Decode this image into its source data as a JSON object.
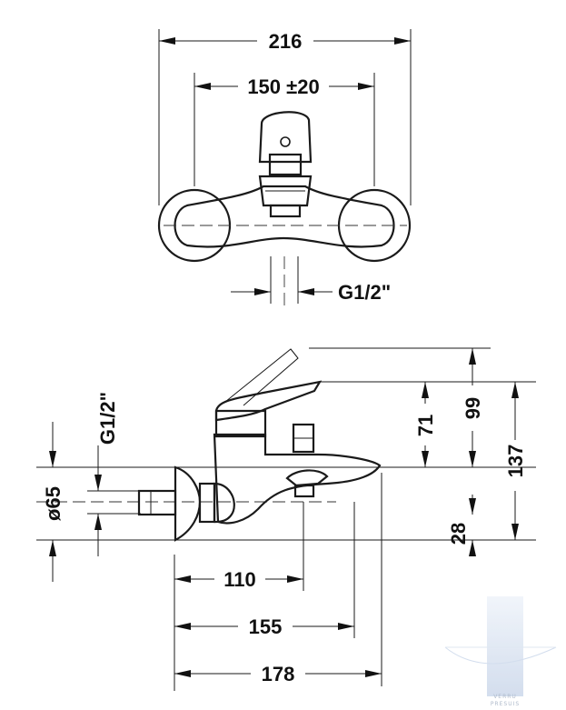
{
  "top_view": {
    "dim_overall_width": "216",
    "dim_center_distance": "150 ±20",
    "dim_outlet_thread": "G1/2\""
  },
  "side_view": {
    "dim_inlet_thread": "G1/2\"",
    "dim_rosette_diameter": "ø65",
    "dim_lever_height": "71",
    "dim_lever_top_height": "99",
    "dim_total_height": "137",
    "dim_spout_drop": "28",
    "dim_projection_110": "110",
    "dim_projection_155": "155",
    "dim_projection_178": "178"
  },
  "watermark": {
    "colors": [
      "#c9d6ea",
      "#eef3fa"
    ],
    "line1": "VERRU",
    "line2": "PRESUIS"
  }
}
